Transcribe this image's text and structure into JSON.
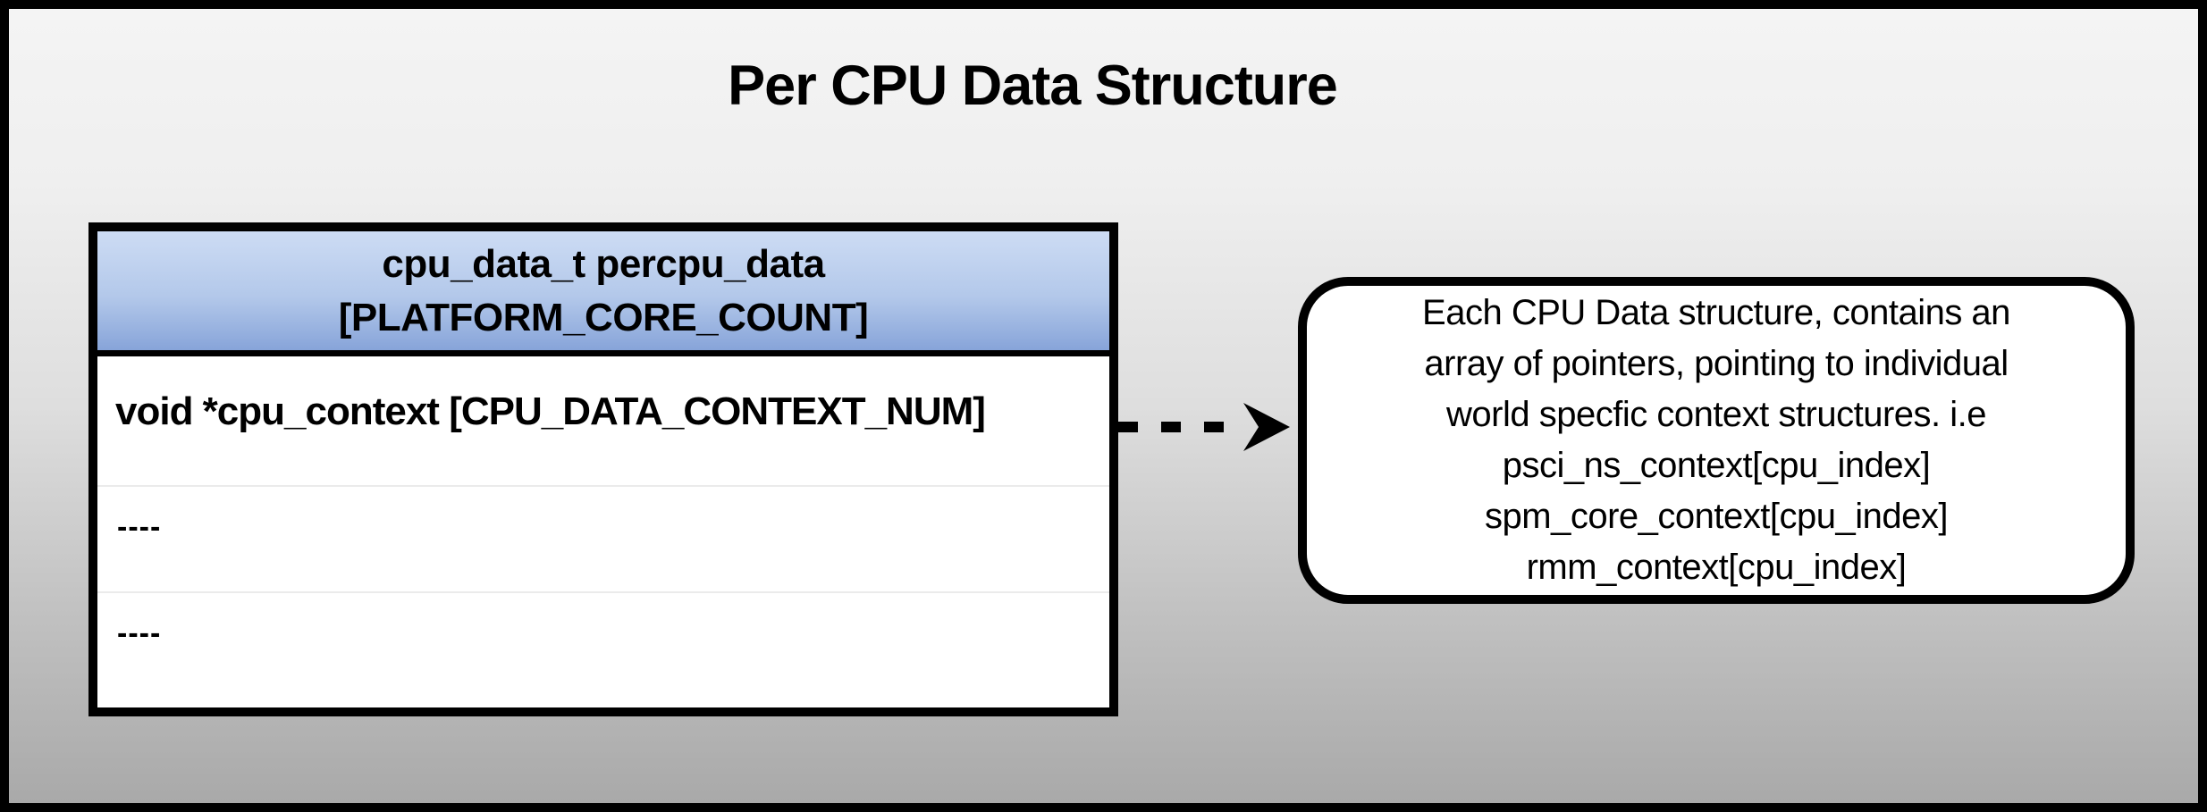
{
  "title": "Per CPU Data Structure",
  "table": {
    "header": {
      "line1": "cpu_data_t percpu_data",
      "line2": "[PLATFORM_CORE_COUNT]"
    },
    "rows": [
      {
        "label": "void *cpu_context [CPU_DATA_CONTEXT_NUM]"
      },
      {
        "label": "----"
      },
      {
        "label": "----"
      }
    ]
  },
  "arrow": {
    "style": "dashed",
    "direction": "right"
  },
  "note": {
    "lines": [
      "Each CPU Data structure, contains an",
      "array of pointers, pointing to individual",
      "world specfic context structures. i.e",
      "psci_ns_context[cpu_index]",
      "spm_core_context[cpu_index]",
      "rmm_context[cpu_index]"
    ]
  },
  "colors": {
    "border": "#000000",
    "background_top": "#f4f4f4",
    "background_bottom": "#a9a9a9",
    "header_gradient_top": "#cddcf4",
    "header_gradient_bottom": "#87a4d9",
    "row_separator": "#ebebeb",
    "text": "#000000"
  }
}
